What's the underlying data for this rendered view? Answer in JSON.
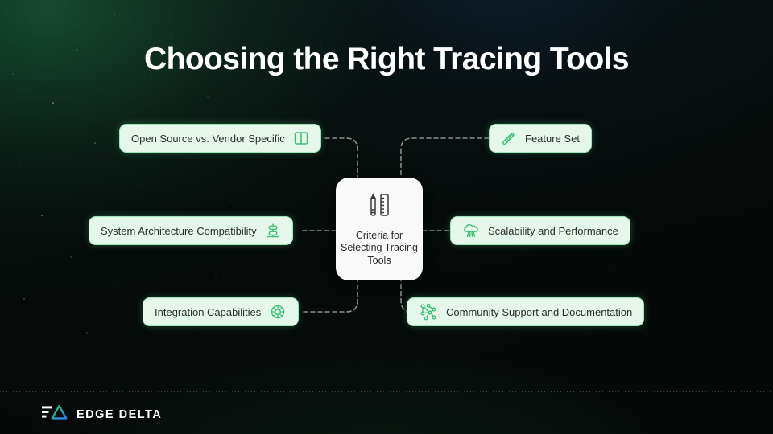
{
  "slide": {
    "title": "Choosing the Right Tracing Tools",
    "background_colors": {
      "base": "#050807",
      "nebula_green": "#1e6e46",
      "nebula_blue": "#163259"
    }
  },
  "diagram": {
    "type": "mind-map",
    "center": {
      "label": "Criteria for Selecting Tracing Tools",
      "icon": "pencil-ruler-icon",
      "background": "#f9f9f9",
      "text_color": "#2c2c2c"
    },
    "node_style": {
      "background": "#e4f7ea",
      "border": "#9fe3b8",
      "text_color": "#2b2f2d",
      "icon_color": "#3cbf74"
    },
    "connector_style": {
      "color": "#8a8f8c",
      "dash": "5 4"
    },
    "nodes": [
      {
        "id": "open-source",
        "label": "Open Source vs. Vendor Specific",
        "icon": "columns-split-icon",
        "icon_side": "right",
        "side": "left",
        "row": "top"
      },
      {
        "id": "feature-set",
        "label": "Feature Set",
        "icon": "dna-helix-icon",
        "icon_side": "left",
        "side": "right",
        "row": "top"
      },
      {
        "id": "sys-arch",
        "label": "System Architecture Compatibility",
        "icon": "stack-layers-icon",
        "icon_side": "right",
        "side": "left",
        "row": "middle"
      },
      {
        "id": "scalability",
        "label": "Scalability and Performance",
        "icon": "cloud-tree-icon",
        "icon_side": "left",
        "side": "right",
        "row": "middle"
      },
      {
        "id": "integration",
        "label": "Integration Capabilities",
        "icon": "network-molecule-icon",
        "icon_side": "right",
        "side": "left",
        "row": "bottom"
      },
      {
        "id": "community",
        "label": "Community Support and Documentation",
        "icon": "node-graph-icon",
        "icon_side": "left",
        "side": "right",
        "row": "bottom"
      }
    ]
  },
  "footer": {
    "brand": "EDGE DELTA",
    "logo_icon": "edge-delta-logo-icon",
    "logo_colors": {
      "bars": "#ffffff",
      "triangle_start": "#2fc96e",
      "triangle_end": "#2b7ff0"
    }
  }
}
